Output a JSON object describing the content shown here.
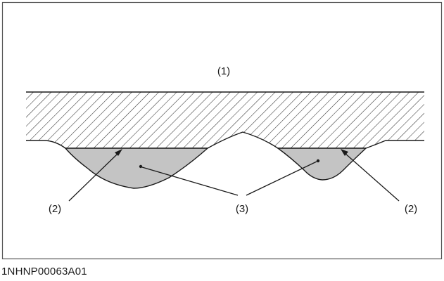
{
  "diagram": {
    "labels": {
      "part_1": "(1)",
      "part_2_left": "(2)",
      "part_2_right": "(2)",
      "part_3": "(3)"
    },
    "figure_code": "1NHNP00063A01"
  },
  "colors": {
    "frame": "#555555",
    "line": "#1a1a1a",
    "hatch": "#333333",
    "fill_shaded": "#c4c4c4",
    "background": "#ffffff"
  }
}
